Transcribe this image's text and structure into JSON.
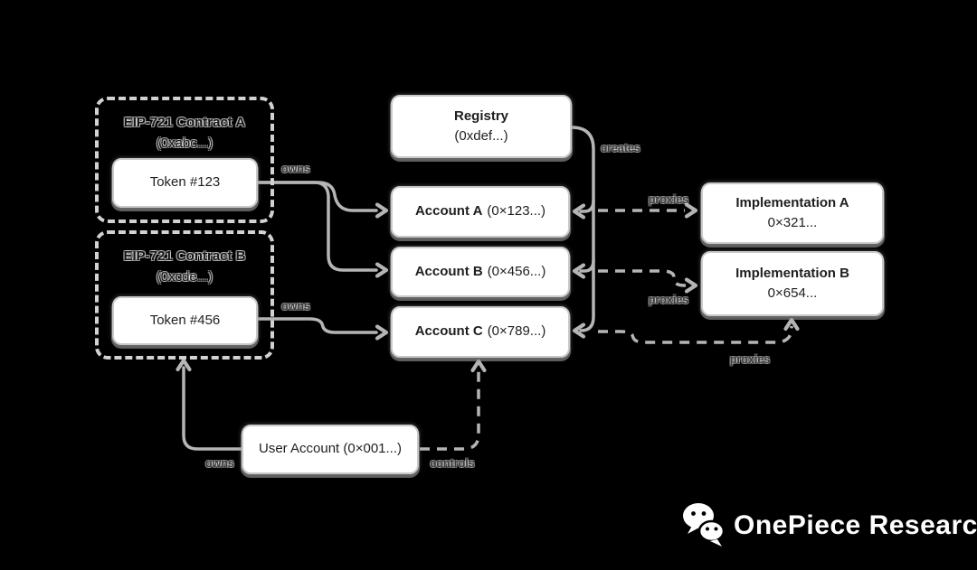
{
  "diagram": {
    "nodes": {
      "contract_a": {
        "title": "EIP-721 Contract A",
        "address": "(0xabc...)"
      },
      "token_123": {
        "label": "Token #123"
      },
      "contract_b": {
        "title": "EIP-721 Contract B",
        "address": "(0xcde...)"
      },
      "token_456": {
        "label": "Token #456"
      },
      "registry": {
        "title": "Registry",
        "address": "(0xdef...)"
      },
      "account_a": {
        "title": "Account A",
        "address": "(0×123...)"
      },
      "account_b": {
        "title": "Account B",
        "address": "(0×456...)"
      },
      "account_c": {
        "title": "Account C",
        "address": "(0×789...)"
      },
      "implementation_a": {
        "title": "Implementation A",
        "address": "0×321..."
      },
      "implementation_b": {
        "title": "Implementation B",
        "address": "0×654..."
      },
      "user_account": {
        "label": "User Account (0×001...)"
      }
    },
    "edges": [
      {
        "from": "token_123",
        "to": "account_a",
        "label": "owns",
        "line": "solid"
      },
      {
        "from": "token_123",
        "to": "account_b",
        "label": "",
        "line": "solid"
      },
      {
        "from": "token_456",
        "to": "account_c",
        "label": "owns",
        "line": "solid"
      },
      {
        "from": "registry",
        "to": "account_a",
        "label": "creates",
        "line": "solid"
      },
      {
        "from": "registry",
        "to": "account_b",
        "label": "",
        "line": "solid"
      },
      {
        "from": "registry",
        "to": "account_c",
        "label": "",
        "line": "solid"
      },
      {
        "from": "account_a",
        "to": "implementation_a",
        "label": "proxies",
        "line": "dashed"
      },
      {
        "from": "account_b",
        "to": "implementation_b",
        "label": "proxies",
        "line": "dashed"
      },
      {
        "from": "account_c",
        "to": "implementation_b",
        "label": "proxies",
        "line": "dashed"
      },
      {
        "from": "user_account",
        "to": "contract_b",
        "label": "owns",
        "line": "solid"
      },
      {
        "from": "user_account",
        "to": "account_c",
        "label": "controls",
        "line": "dashed"
      }
    ]
  },
  "footer": {
    "brand": "OnePiece Research",
    "logo": "wechat-icon"
  },
  "colors": {
    "background": "#000000",
    "box_fill": "#ffffff",
    "box_border": "#c9c9c9",
    "dashed_border": "#d2d2d2",
    "line": "#b5b5b5",
    "node_text": "#1f1f1f",
    "edge_label_text": "#3b3b3b",
    "brand_text": "#ffffff"
  }
}
